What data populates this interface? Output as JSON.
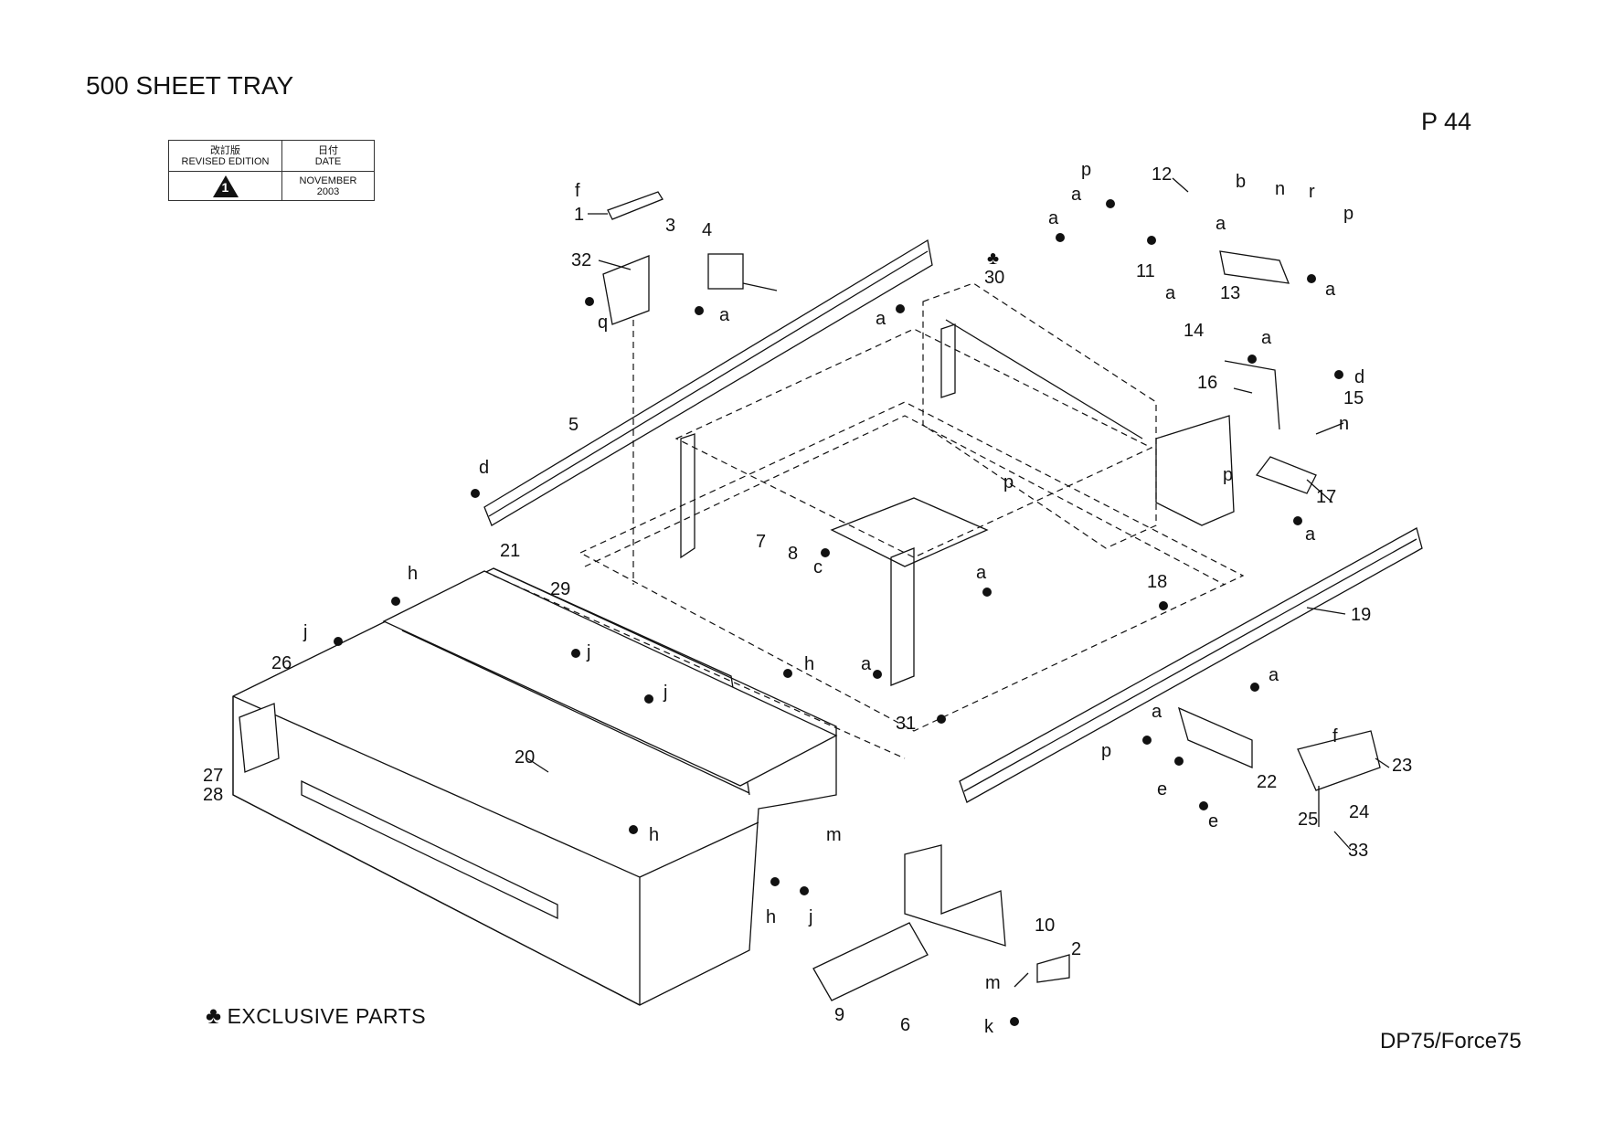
{
  "header": {
    "title": "500 SHEET TRAY",
    "page": "P 44"
  },
  "revision_table": {
    "col1_jp": "改訂版",
    "col1_en": "REVISED EDITION",
    "col2_jp": "日付",
    "col2_en": "DATE",
    "edition": "1",
    "date_line1": "NOVEMBER",
    "date_line2": "2003"
  },
  "legend": {
    "symbol": "♣",
    "text": "EXCLUSIVE PARTS"
  },
  "footer": {
    "model": "DP75/Force75"
  },
  "callouts": {
    "n1": "1",
    "n2": "2",
    "n3": "3",
    "n4": "4",
    "n5": "5",
    "n6": "6",
    "n7": "7",
    "n8": "8",
    "n9": "9",
    "n10": "10",
    "n11": "11",
    "n12": "12",
    "n13": "13",
    "n14": "14",
    "n15": "15",
    "n16": "16",
    "n17": "17",
    "n18": "18",
    "n19": "19",
    "n20": "20",
    "n21": "21",
    "n22": "22",
    "n23": "23",
    "n24": "24",
    "n25": "25",
    "n26": "26",
    "n27": "27",
    "n28": "28",
    "n29": "29",
    "n30": "30",
    "n31": "31",
    "n32": "32",
    "n33": "33",
    "a": "a",
    "b": "b",
    "c": "c",
    "d": "d",
    "e": "e",
    "f": "f",
    "h": "h",
    "j": "j",
    "k": "k",
    "m": "m",
    "n": "n",
    "p": "p",
    "q": "q",
    "r": "r",
    "club": "♣"
  }
}
